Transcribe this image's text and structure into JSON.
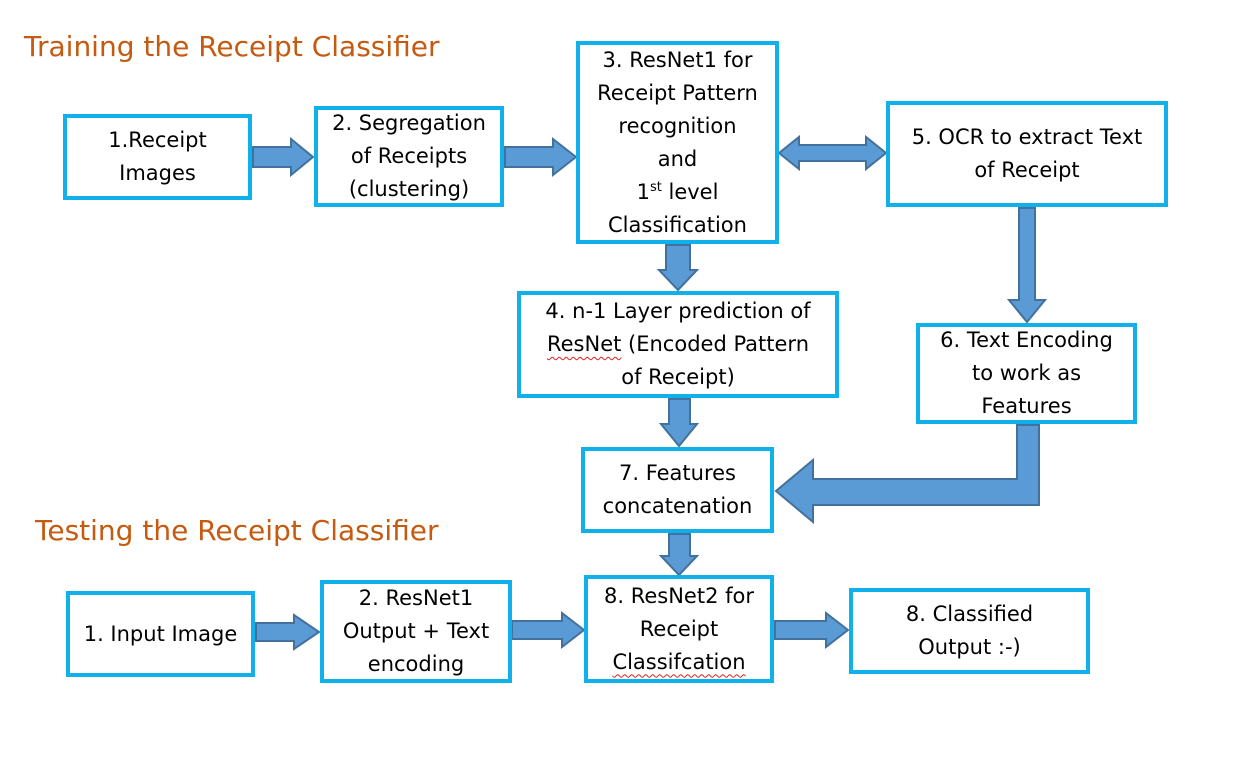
{
  "titles": {
    "training": "Training the Receipt Classifier",
    "testing": "Testing the Receipt Classifier"
  },
  "training": {
    "receipt_images": [
      "1.Receipt",
      "Images"
    ],
    "segregation": [
      "2. Segregation",
      "of Receipts",
      "(clustering)"
    ],
    "resnet1": {
      "lines": [
        "3. ResNet1 for",
        "Receipt Pattern",
        "recognition",
        "and"
      ],
      "level_num": "1",
      "level_sup": "st",
      "level_rest": " level",
      "last": "Classification"
    },
    "ocr": [
      "5. OCR to extract Text",
      "of Receipt"
    ],
    "n1_layer": {
      "line1": "4. n-1 Layer prediction of",
      "line2_word": "ResNet",
      "line2_rest": " (Encoded Pattern",
      "line3": "of Receipt)"
    },
    "text_encoding": [
      "6. Text Encoding",
      "to work as",
      "Features"
    ],
    "concatenation": [
      "7. Features",
      "concatenation"
    ],
    "resnet2": {
      "line1": "8. ResNet2 for",
      "line2": "Receipt",
      "line3": "Classifcation"
    }
  },
  "testing": {
    "input_image": "1. Input Image",
    "resnet1_output": [
      "2. ResNet1",
      "Output + Text",
      "encoding"
    ],
    "classified_output": [
      "8. Classified",
      "Output :-)"
    ]
  },
  "colors": {
    "box_border": "#10b0ea",
    "arrow_fill": "#5b9bd5",
    "arrow_stroke": "#41719c",
    "title": "#c55a11"
  }
}
